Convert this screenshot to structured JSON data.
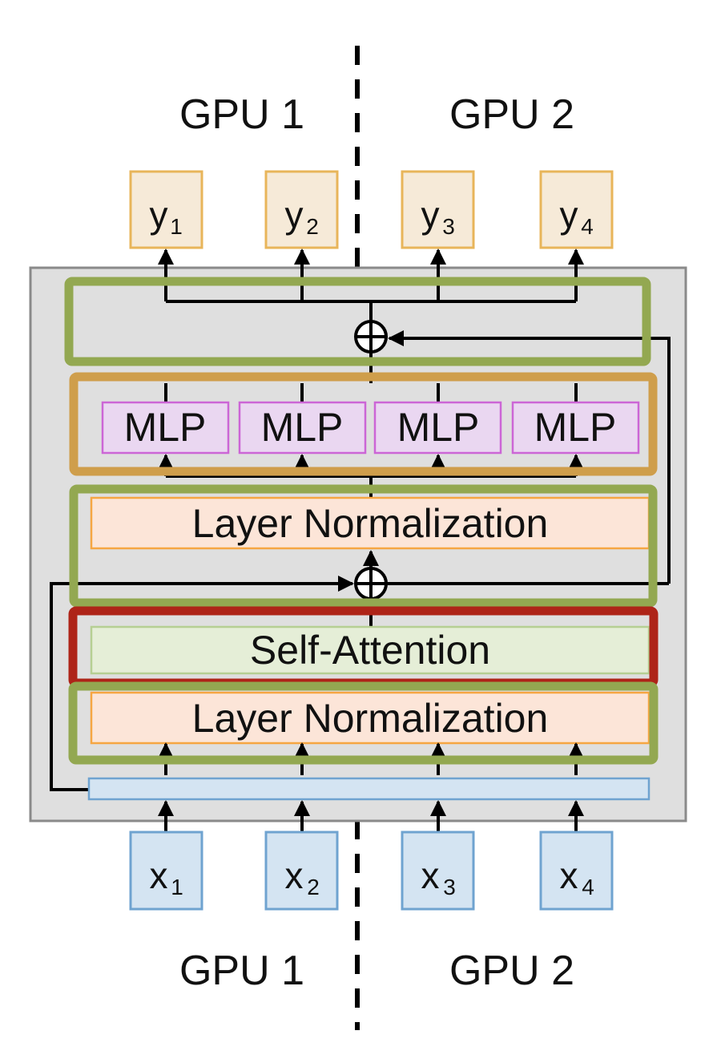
{
  "gpu_labels": {
    "top_left": "GPU 1",
    "top_right": "GPU 2",
    "bottom_left": "GPU 1",
    "bottom_right": "GPU 2"
  },
  "outputs": [
    {
      "base": "y",
      "sub": "1"
    },
    {
      "base": "y",
      "sub": "2"
    },
    {
      "base": "y",
      "sub": "3"
    },
    {
      "base": "y",
      "sub": "4"
    }
  ],
  "inputs": [
    {
      "base": "x",
      "sub": "1"
    },
    {
      "base": "x",
      "sub": "2"
    },
    {
      "base": "x",
      "sub": "3"
    },
    {
      "base": "x",
      "sub": "4"
    }
  ],
  "mlp_blocks": [
    "MLP",
    "MLP",
    "MLP",
    "MLP"
  ],
  "layer_norm_top": "Layer Normalization",
  "self_attention": "Self-Attention",
  "layer_norm_bottom": "Layer Normalization",
  "colors": {
    "block_background": "#dfdfdf",
    "output_fill": "#f6ead8",
    "output_stroke": "#e8b55a",
    "input_fill": "#d4e4f2",
    "input_stroke": "#6fa3d0",
    "mlp_fill": "#ead7f1",
    "mlp_stroke": "#cc66d6",
    "layernorm_fill": "#fce5d8",
    "layernorm_stroke": "#f6a642",
    "attention_fill": "#e5eed7",
    "attention_stroke": "#b6cf93",
    "highlight_green": "#93a851",
    "highlight_orange": "#cf9e4b",
    "highlight_red": "#ae2418"
  }
}
